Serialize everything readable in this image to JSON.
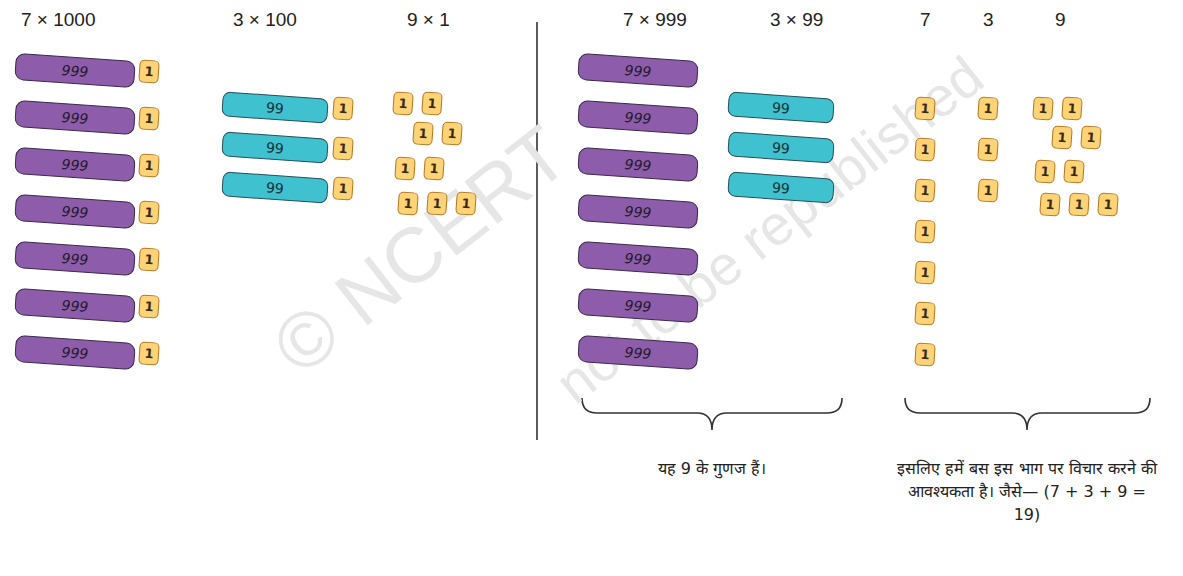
{
  "diagram": {
    "nodes": [
      {
        "text": [
          "999"
        ]
      },
      {
        "text": [
          "999"
        ]
      },
      {
        "text": [
          "999"
        ]
      },
      {
        "text": [
          "999"
        ]
      },
      {
        "text": [
          "999"
        ]
      },
      {
        "text": [
          "999"
        ]
      },
      {
        "text": [
          "999"
        ]
      },
      {
        "text": [
          "1"
        ]
      },
      {
        "text": [
          "1"
        ]
      },
      {
        "text": [
          "1"
        ]
      },
      {
        "text": [
          "1"
        ]
      },
      {
        "text": [
          "1"
        ]
      },
      {
        "text": [
          "1"
        ]
      },
      {
        "text": [
          "1"
        ]
      },
      {
        "text": [
          "99"
        ]
      },
      {
        "text": [
          "99"
        ]
      },
      {
        "text": [
          "99"
        ]
      },
      {
        "text": [
          "1"
        ]
      },
      {
        "text": [
          "1"
        ]
      },
      {
        "text": [
          "1"
        ]
      },
      {
        "text": [
          "1"
        ]
      },
      {
        "text": [
          "1"
        ]
      },
      {
        "text": [
          "1"
        ]
      },
      {
        "text": [
          "1"
        ]
      },
      {
        "text": [
          "1"
        ]
      },
      {
        "text": [
          "1"
        ]
      },
      {
        "text": [
          "1"
        ]
      },
      {
        "text": [
          "1"
        ]
      },
      {
        "text": [
          "1"
        ]
      },
      {
        "text": [
          "999"
        ]
      },
      {
        "text": [
          "999"
        ]
      },
      {
        "text": [
          "999"
        ]
      },
      {
        "text": [
          "999"
        ]
      },
      {
        "text": [
          "999"
        ]
      },
      {
        "text": [
          "999"
        ]
      },
      {
        "text": [
          "999"
        ]
      },
      {
        "text": [
          "99"
        ]
      },
      {
        "text": [
          "99"
        ]
      },
      {
        "text": [
          "99"
        ]
      },
      {
        "text": [
          "1"
        ]
      },
      {
        "text": [
          "1"
        ]
      },
      {
        "text": [
          "1"
        ]
      },
      {
        "text": [
          "1"
        ]
      },
      {
        "text": [
          "1"
        ]
      },
      {
        "text": [
          "1"
        ]
      },
      {
        "text": [
          "1"
        ]
      },
      {
        "text": [
          "1"
        ]
      },
      {
        "text": [
          "1"
        ]
      },
      {
        "text": [
          "1"
        ]
      },
      {
        "text": [
          "1"
        ]
      },
      {
        "text": [
          "1"
        ]
      },
      {
        "text": [
          "1"
        ]
      },
      {
        "text": [
          "1"
        ]
      },
      {
        "text": [
          "1"
        ]
      },
      {
        "text": [
          "1"
        ]
      },
      {
        "text": [
          "1"
        ]
      },
      {
        "text": [
          "1"
        ]
      },
      {
        "text": [
          "1"
        ]
      }
    ],
    "labels": [
      "7 × 1000",
      "3 × 100",
      "9 × 1",
      "7 × 999",
      "3 × 99",
      "7",
      "3",
      "9",
      "यह 9 के गुणज हैं।",
      "इसलिए हमें बस इस भाग पर विचार करने की आवश्यकता है। जैसे— (7 + 3 + 9 = 19)",
      "© NCERT",
      "not to be republished"
    ]
  }
}
